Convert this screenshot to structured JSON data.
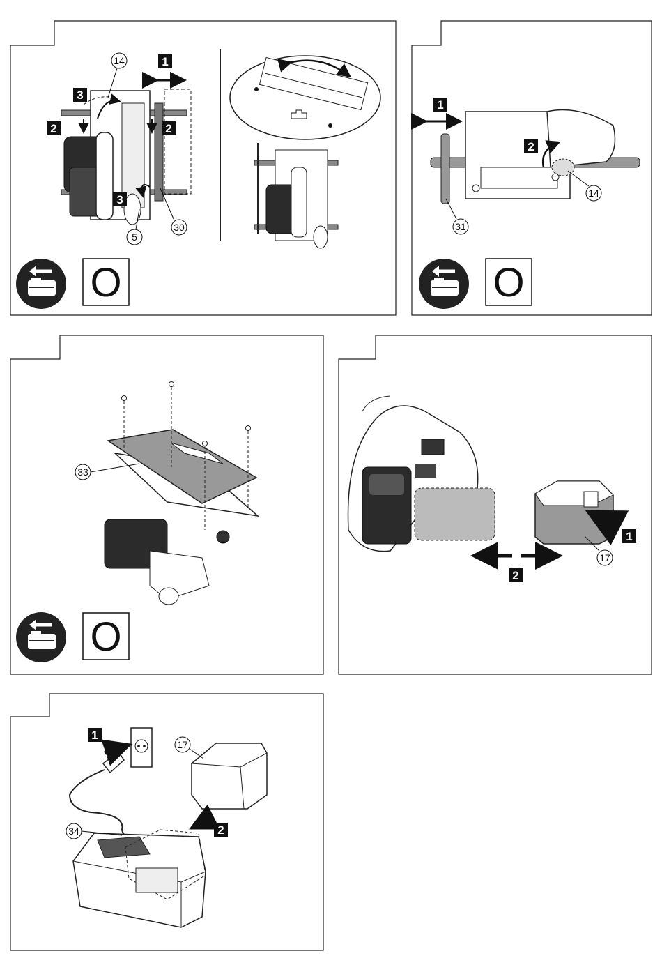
{
  "panels": [
    {
      "id": "panel-1",
      "steps": [
        "1",
        "2",
        "2",
        "3",
        "3"
      ],
      "callouts": [
        "14",
        "30",
        "5"
      ],
      "mode_label": "O"
    },
    {
      "id": "panel-2",
      "steps": [
        "1",
        "2"
      ],
      "callouts": [
        "31",
        "14"
      ],
      "mode_label": "O"
    },
    {
      "id": "panel-3",
      "callouts": [
        "33"
      ],
      "mode_label": "O"
    },
    {
      "id": "panel-4",
      "steps": [
        "1",
        "2"
      ],
      "callouts": [
        "17"
      ]
    },
    {
      "id": "panel-5",
      "steps": [
        "1",
        "2"
      ],
      "callouts": [
        "17",
        "34"
      ]
    }
  ],
  "icons": [
    "battery-remove-icon",
    "outlet-icon",
    "plug-icon",
    "arrow-icon"
  ]
}
